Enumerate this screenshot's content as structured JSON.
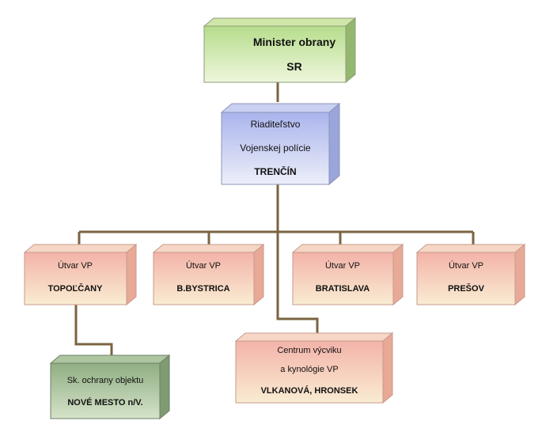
{
  "nodes": {
    "minister": {
      "line1": "Minister obrany",
      "line2": "SR"
    },
    "riaditelstvo": {
      "line1": "Riaditeľstvo",
      "line2": "Vojenskej polície",
      "line3": "TRENČÍN"
    },
    "topolcany": {
      "line1": "Útvar VP",
      "line2": "TOPOĽČANY"
    },
    "bbystrica": {
      "line1": "Útvar VP",
      "line2": "B.BYSTRICA"
    },
    "bratislava": {
      "line1": "Útvar VP",
      "line2": "BRATISLAVA"
    },
    "presov": {
      "line1": "Útvar VP",
      "line2": "PREŠOV"
    },
    "centrum": {
      "line1": "Centrum výcviku",
      "line2": "a kynológie VP",
      "line3": "VLKANOVÁ, HRONSEK"
    },
    "ochrana": {
      "line1": "Sk. ochrany objektu",
      "line2": "NOVÉ MESTO n/V."
    }
  },
  "colors": {
    "connector": "#7a6440",
    "green_face": "#cfe6a8",
    "blue_face": "#c9d0f2",
    "red_face": "#f6d6c4",
    "dark_green_face": "#aec6a0"
  }
}
